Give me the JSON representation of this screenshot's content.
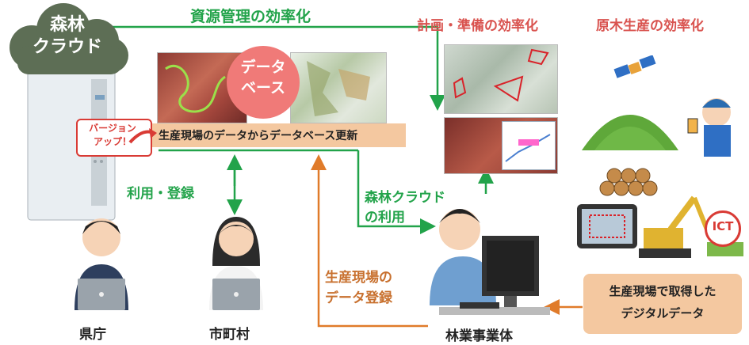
{
  "cloud": {
    "label_line1": "森林",
    "label_line2": "クラウド"
  },
  "sections": {
    "resource_title": "資源管理の効率化",
    "planning_title": "計画・準備の効率化",
    "production_title": "原木生産の効率化"
  },
  "database": {
    "label_line1": "データ",
    "label_line2": "ベース"
  },
  "version_badge": {
    "line1": "バージョン",
    "line2": "アップ！"
  },
  "update_banner": "生産現場のデータからデータベース更新",
  "use_register": "利用・登録",
  "cloud_use": {
    "line1": "森林クラウド",
    "line2": "の利用"
  },
  "data_register": {
    "line1": "生産現場の",
    "line2": "データ登録"
  },
  "digital_data": {
    "line1": "生産現場で取得した",
    "line2": "デジタルデータ"
  },
  "ict_badge": "ICT",
  "users": {
    "prefecture": "県庁",
    "municipality": "市町村",
    "forestry": "林業事業体"
  },
  "colors": {
    "green": "#22a34a",
    "brown": "#c8702e",
    "banner": "#f4c8a0",
    "db_circle": "#f07a78",
    "cloud": "#5d6e55"
  }
}
